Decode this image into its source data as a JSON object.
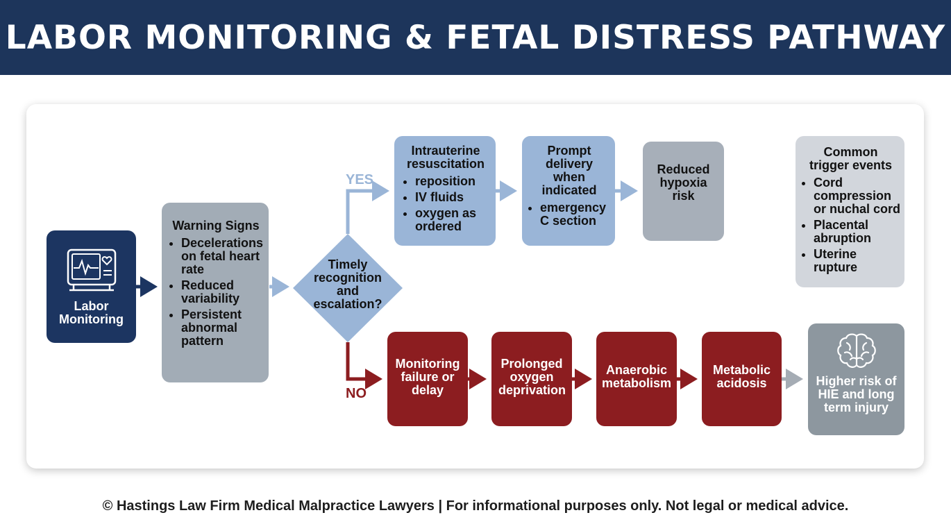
{
  "header": {
    "title": "LABOR MONITORING & FETAL DISTRESS PATHWAY"
  },
  "start": {
    "label": "Labor Monitoring",
    "icon": "fetal-monitor-icon"
  },
  "warning": {
    "title": "Warning Signs",
    "items": [
      "Decelerations on fetal heart rate",
      "Reduced variability",
      "Persistent abnormal pattern"
    ]
  },
  "decision": {
    "question": "Timely recognition and escalation?",
    "yes_label": "YES",
    "no_label": "NO"
  },
  "yes_path": {
    "resuscitation": {
      "title": "Intrauterine resuscitation",
      "items": [
        "reposition",
        "IV fluids",
        "oxygen as ordered"
      ]
    },
    "delivery": {
      "title": "Prompt delivery when indicated",
      "items": [
        "emergency C section"
      ]
    },
    "outcome": "Reduced hypoxia risk"
  },
  "triggers": {
    "title": "Common trigger events",
    "items": [
      "Cord compression or nuchal cord",
      "Placental abruption",
      "Uterine rupture"
    ]
  },
  "no_path": {
    "steps": [
      "Monitoring failure or delay",
      "Prolonged oxygen deprivation",
      "Anaerobic metabolism",
      "Metabolic acidosis"
    ],
    "outcome": "Higher risk of HIE and long term injury",
    "outcome_icon": "brain-icon"
  },
  "colors": {
    "navy": "#1c3561",
    "red": "#8c1d20",
    "blue": "#9ab5d7",
    "gray": "#a2acb6",
    "yes_label": "#9ab5d7",
    "no_label": "#8c1d20"
  },
  "footer": "© Hastings Law Firm Medical Malpractice Lawyers | For informational purposes only. Not legal or medical advice."
}
